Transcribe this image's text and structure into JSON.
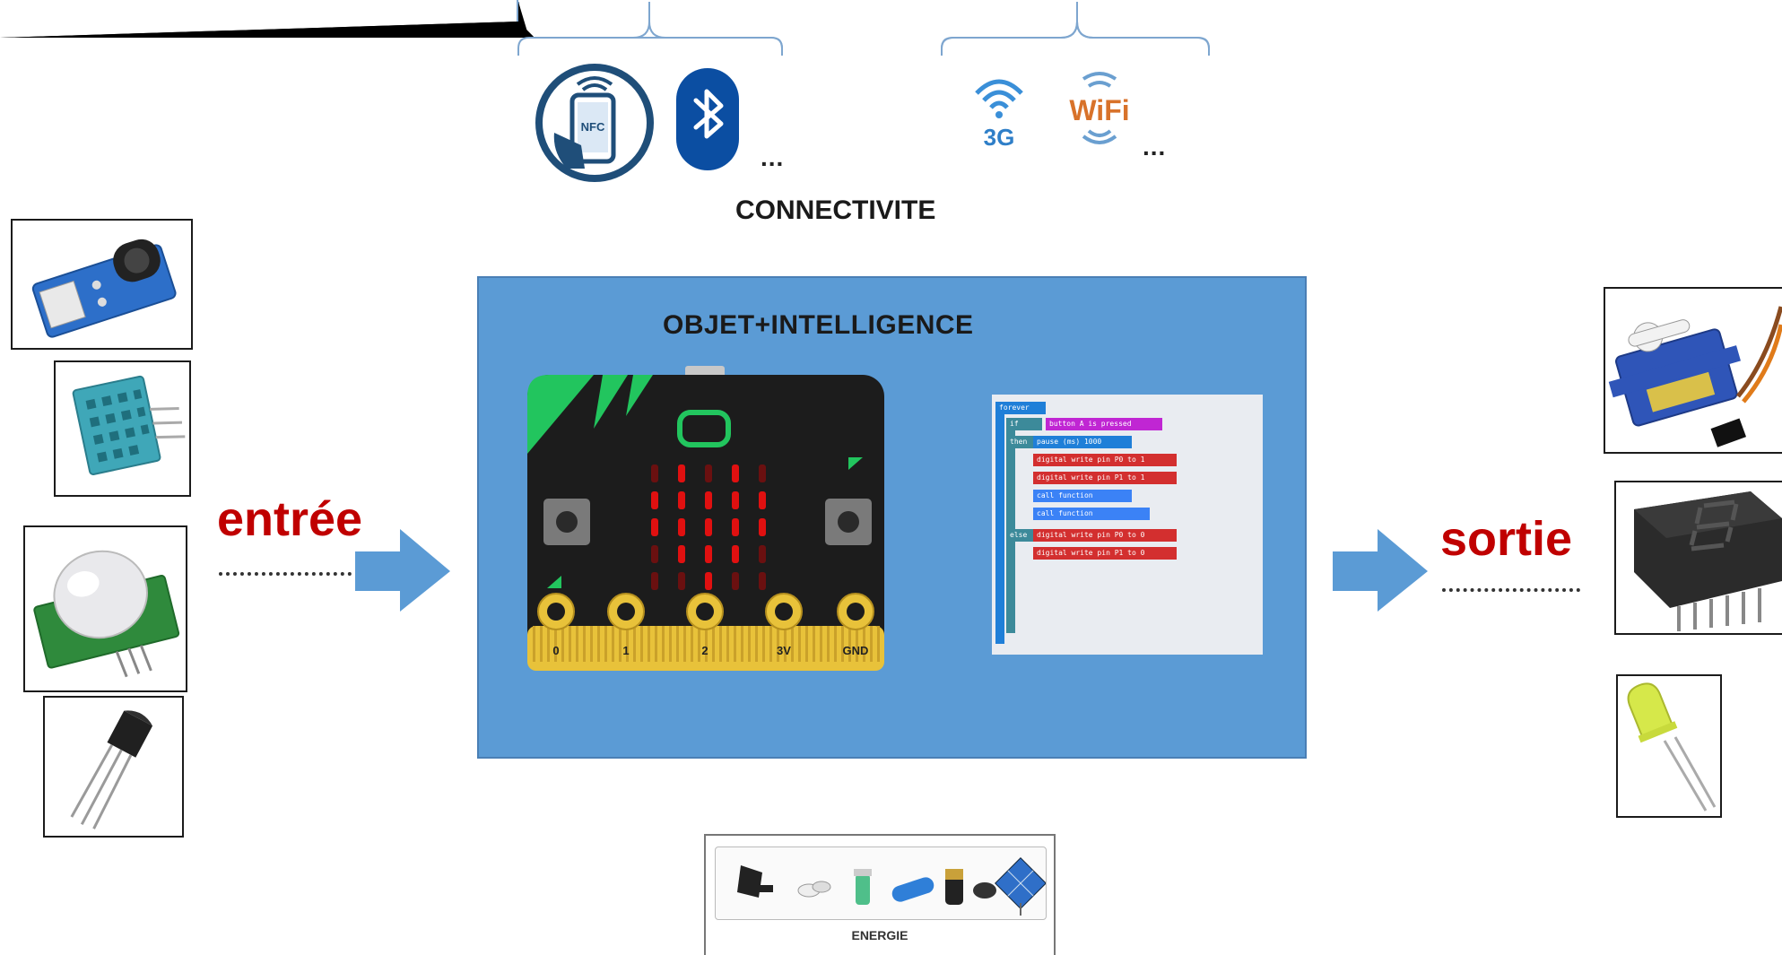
{
  "connectivity": {
    "title": "CONNECTIVITE",
    "group_short_range": {
      "nfc_label": "NFC",
      "more": "..."
    },
    "group_long_range": {
      "cell_label": "3G",
      "wifi_label": "WiFi",
      "more": "..."
    }
  },
  "main": {
    "title": "OBJET+INTELLIGENCE",
    "board": {
      "pins": [
        "0",
        "1",
        "2",
        "3V",
        "GND"
      ]
    },
    "code_blocks": [
      "forever",
      "if",
      "button A is pressed",
      "then",
      "pause (ms) 1000",
      "digital write pin P0 to 1",
      "digital write pin P1 to 1",
      "call function",
      "call function",
      "else",
      "digital write pin P0 to 0",
      "digital write pin P1 to 0"
    ]
  },
  "input": {
    "label": "entrée"
  },
  "output": {
    "label": "sortie"
  },
  "energy": {
    "label": "ENERGIE"
  },
  "colors": {
    "main_box": "#5b9bd5",
    "arrow": "#5b9bd5",
    "io_label": "#c00000",
    "bluetooth": "#0b4ea2",
    "nfc_ring": "#1f4e79",
    "board": "#1c1c1c",
    "pin_gold": "#e8c23a",
    "led_red": "#e01010",
    "accent_green": "#22c55e"
  }
}
